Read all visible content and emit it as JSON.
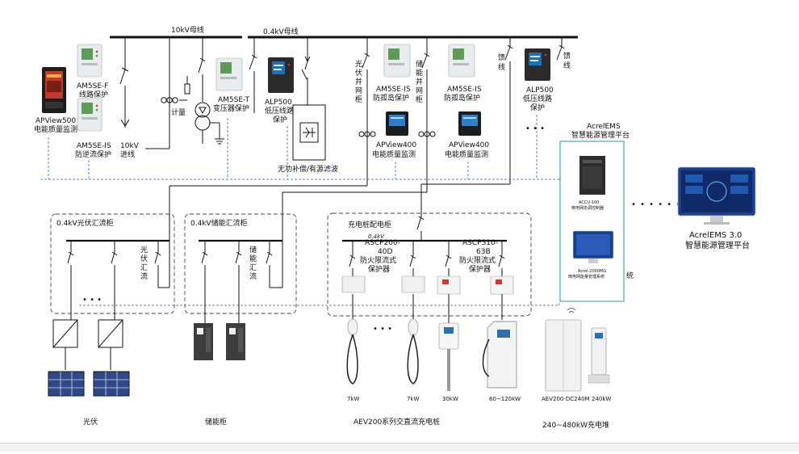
{
  "buses": {
    "bus10kv": "10kV母线",
    "bus04kv": "0.4kV母线"
  },
  "devices": {
    "apview500": [
      "APView500",
      "电能质量监测"
    ],
    "am5se_f": [
      "AM5SE-F",
      "线路保护"
    ],
    "am5se_is_reverse": [
      "AM5SE-IS",
      "防逆流保护"
    ],
    "incoming": [
      "10kV",
      "进线"
    ],
    "meter": "计量",
    "am5se_t": [
      "AM5SE-T",
      "变压器保护"
    ],
    "alp500_left": [
      "ALP500",
      "低压线路",
      "保护"
    ],
    "reactive": "无功补偿/有源滤波",
    "pv_cabinet": [
      "光",
      "伏",
      "并",
      "网",
      "柜"
    ],
    "storage_cabinet": [
      "储",
      "能",
      "并",
      "网",
      "柜"
    ],
    "am5se_is_1": [
      "AM5SE-IS",
      "防孤岛保护"
    ],
    "am5se_is_2": [
      "AM5SE-IS",
      "防孤岛保护"
    ],
    "apview400_1": [
      "APView400",
      "电能质量监测"
    ],
    "apview400_2": [
      "APView400",
      "电能质量监测"
    ],
    "feeder_1": [
      "馈",
      "线"
    ],
    "feeder_2": [
      "馈",
      "线"
    ],
    "alp500_right": [
      "ALP500",
      "低压线路",
      "保护"
    ],
    "acrel_ems": [
      "AcrelEMS",
      "智慧能源管理平台"
    ],
    "accu": [
      "ACCU-100",
      "微电网协调控制器"
    ],
    "acrel2000": [
      "Acrel-2000MG",
      "微电网能量管理系统"
    ],
    "ems3": [
      "AcrelEMS 3.0",
      "智慧能源管理平台"
    ],
    "system_suffix": "统"
  },
  "cabinets": {
    "pv_combiner": "0.4kV光伏汇流柜",
    "storage_combiner": "0.4kV储能汇流柜",
    "charging": "充电桩配电柜",
    "charging_bus": "0.4kV",
    "pv_vertical": [
      "光",
      "伏",
      "汇",
      "流"
    ],
    "storage_vertical": [
      "储",
      "能",
      "汇",
      "流"
    ],
    "ascp200": [
      "ASCP200-",
      "40D",
      "防火限流式",
      "保护器"
    ],
    "ascp310": [
      "ASCP310-",
      "63B",
      "防火限流式",
      "保护器"
    ]
  },
  "ellipsis": "• • •",
  "ratings": [
    "7kW",
    "7kW",
    "30kW",
    "60~120kW",
    "AEV200-DC240M",
    "240kW"
  ],
  "captions": {
    "pv": "光伏",
    "storage": "储能柜",
    "ac_dc": "AEV200系列交直流充电桩",
    "dc_pile": "240~480kW充电堆"
  },
  "colors": {
    "line": "#111111",
    "dashed_blue": "#3a5fa8",
    "ems_border": "#4aa8b8",
    "screen_blue": "#1b3f8f"
  }
}
